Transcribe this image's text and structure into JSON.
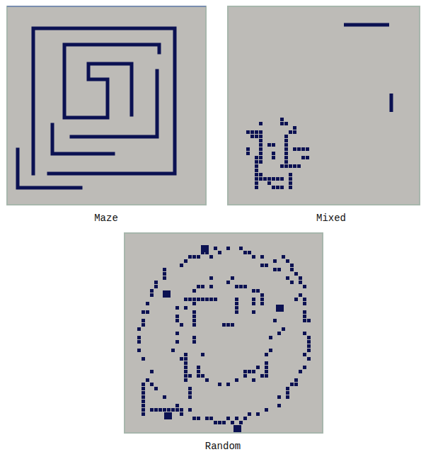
{
  "diagram": {
    "labels": [
      "Maze",
      "Mixed",
      "Random"
    ]
  }
}
